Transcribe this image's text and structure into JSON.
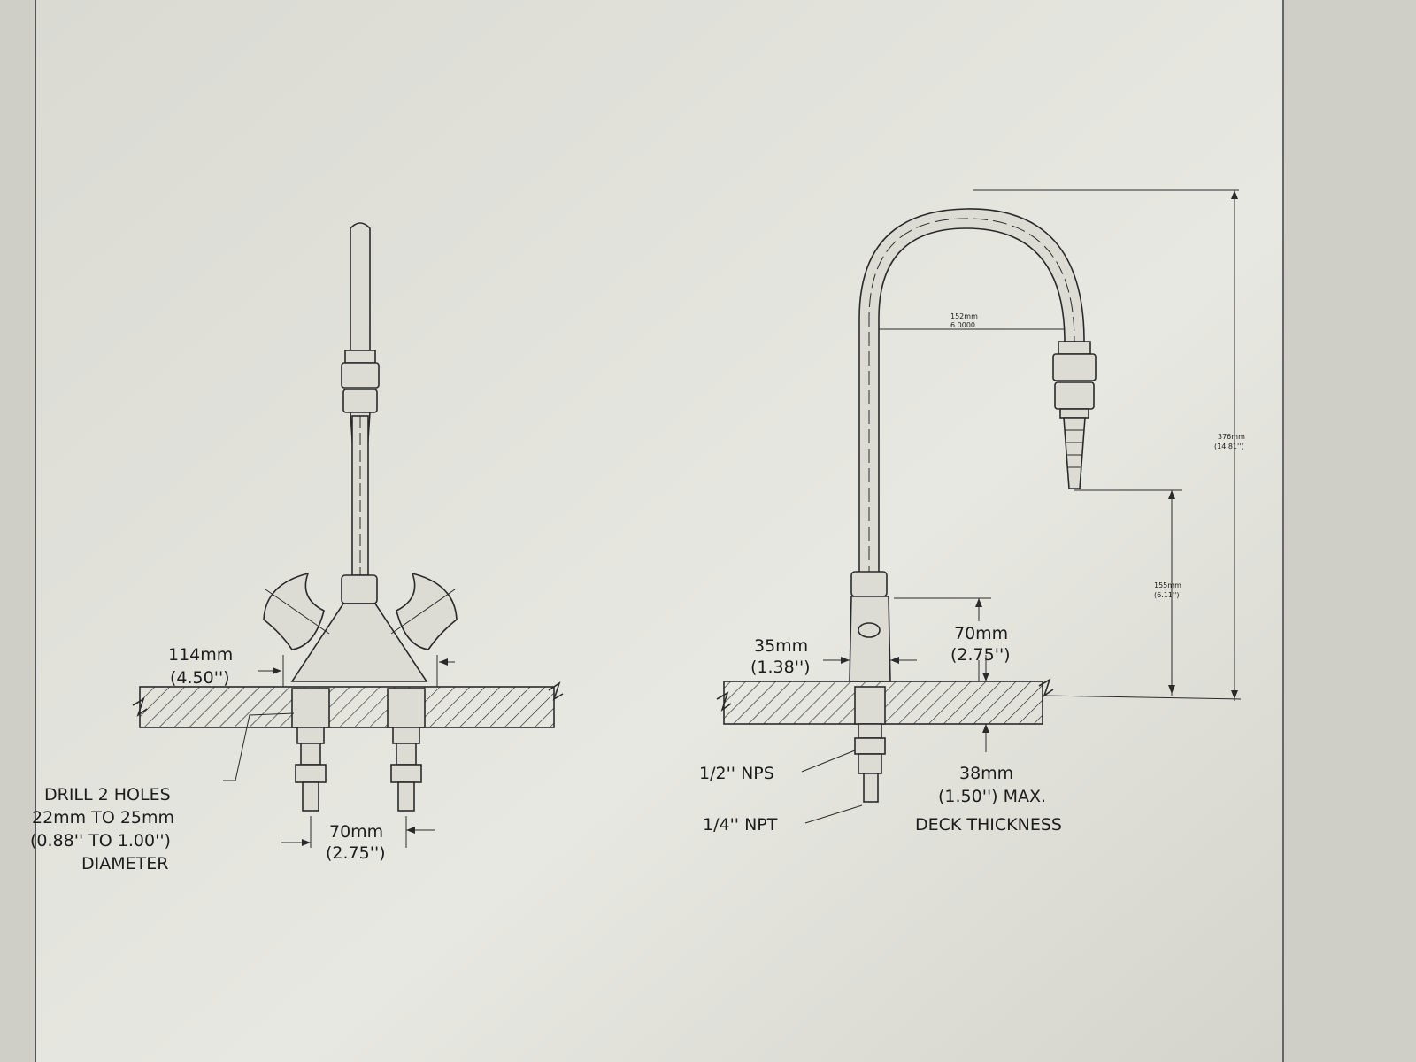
{
  "left_view": {
    "dim_width": {
      "mm": "114mm",
      "in": "(4.50'')"
    },
    "drill_note": {
      "line1": "DRILL 2 HOLES",
      "line2": "22mm TO 25mm",
      "line3": "(0.88'' TO 1.00'')",
      "line4": "DIAMETER"
    },
    "dim_spacing": {
      "mm": "70mm",
      "in": "(2.75'')"
    }
  },
  "right_view": {
    "dim_reach": {
      "mm": "152mm",
      "in": "6.0000"
    },
    "dim_height": {
      "mm": "376mm",
      "in": "(14.81'')"
    },
    "dim_outlet": {
      "mm": "155mm",
      "in": "(6.11'')"
    },
    "dim_base_height": {
      "mm": "70mm",
      "in": "(2.75'')"
    },
    "dim_base_width": {
      "mm": "35mm",
      "in": "(1.38'')"
    },
    "label_nps": "1/2'' NPS",
    "label_npt": "1/4'' NPT",
    "deck_note": {
      "mm": "38mm",
      "in": "(1.50'') MAX.",
      "text": "DECK THICKNESS"
    }
  },
  "colors": {
    "paper": "#e6e6e0",
    "ink": "#2a2a2a",
    "background": "#cfcfc8"
  }
}
